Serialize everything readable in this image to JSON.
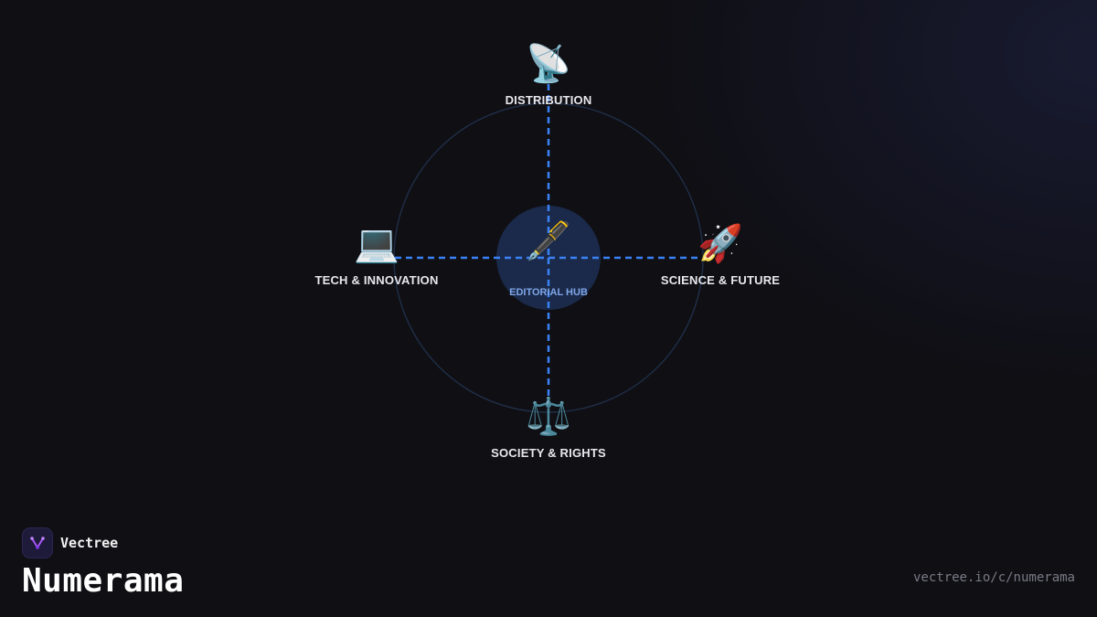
{
  "diagram": {
    "hub": {
      "icon": "🖋️",
      "icon_name": "fountain-pen-icon",
      "label": "EDITORIAL HUB"
    },
    "nodes": {
      "top": {
        "icon": "📡",
        "icon_name": "satellite-dish-icon",
        "label": "DISTRIBUTION"
      },
      "left": {
        "icon": "💻",
        "icon_name": "laptop-icon",
        "label": "TECH & INNOVATION"
      },
      "right": {
        "icon": "🚀",
        "icon_name": "rocket-icon",
        "label": "SCIENCE & FUTURE"
      },
      "bottom": {
        "icon": "⚖️",
        "icon_name": "balance-scale-icon",
        "label": "SOCIETY & RIGHTS"
      }
    },
    "colors": {
      "connector": "#3b82f6",
      "orbit": "#1f2d45",
      "hub_fill": "#1b2a4a",
      "background": "#0f0f14"
    }
  },
  "brand": {
    "name": "Vectree",
    "logo_icon": "vectree-logo-icon",
    "publisher": "Numerama",
    "url": "vectree.io/c/numerama",
    "accent": "#a855f7"
  }
}
